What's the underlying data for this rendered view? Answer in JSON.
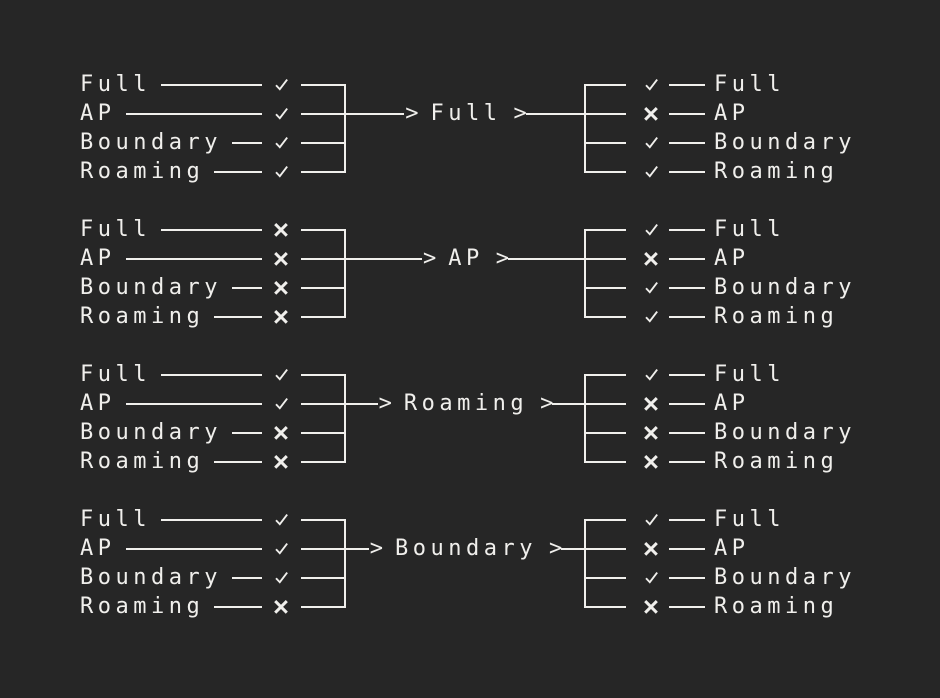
{
  "colors": {
    "background": "#262626",
    "foreground": "#f0efec"
  },
  "glyphs": {
    "arrow_head": ">"
  },
  "groups": [
    {
      "target": "Full",
      "left": [
        {
          "label": "Full",
          "mark": "check"
        },
        {
          "label": "AP",
          "mark": "check"
        },
        {
          "label": "Boundary",
          "mark": "check"
        },
        {
          "label": "Roaming",
          "mark": "check"
        }
      ],
      "right": [
        {
          "label": "Full",
          "mark": "check"
        },
        {
          "label": "AP",
          "mark": "cross"
        },
        {
          "label": "Boundary",
          "mark": "check"
        },
        {
          "label": "Roaming",
          "mark": "check"
        }
      ]
    },
    {
      "target": "AP",
      "left": [
        {
          "label": "Full",
          "mark": "cross"
        },
        {
          "label": "AP",
          "mark": "cross"
        },
        {
          "label": "Boundary",
          "mark": "cross"
        },
        {
          "label": "Roaming",
          "mark": "cross"
        }
      ],
      "right": [
        {
          "label": "Full",
          "mark": "check"
        },
        {
          "label": "AP",
          "mark": "cross"
        },
        {
          "label": "Boundary",
          "mark": "check"
        },
        {
          "label": "Roaming",
          "mark": "check"
        }
      ]
    },
    {
      "target": "Roaming",
      "left": [
        {
          "label": "Full",
          "mark": "check"
        },
        {
          "label": "AP",
          "mark": "check"
        },
        {
          "label": "Boundary",
          "mark": "cross"
        },
        {
          "label": "Roaming",
          "mark": "cross"
        }
      ],
      "right": [
        {
          "label": "Full",
          "mark": "check"
        },
        {
          "label": "AP",
          "mark": "cross"
        },
        {
          "label": "Boundary",
          "mark": "cross"
        },
        {
          "label": "Roaming",
          "mark": "cross"
        }
      ]
    },
    {
      "target": "Boundary",
      "left": [
        {
          "label": "Full",
          "mark": "check"
        },
        {
          "label": "AP",
          "mark": "check"
        },
        {
          "label": "Boundary",
          "mark": "check"
        },
        {
          "label": "Roaming",
          "mark": "cross"
        }
      ],
      "right": [
        {
          "label": "Full",
          "mark": "check"
        },
        {
          "label": "AP",
          "mark": "cross"
        },
        {
          "label": "Boundary",
          "mark": "check"
        },
        {
          "label": "Roaming",
          "mark": "cross"
        }
      ]
    }
  ]
}
